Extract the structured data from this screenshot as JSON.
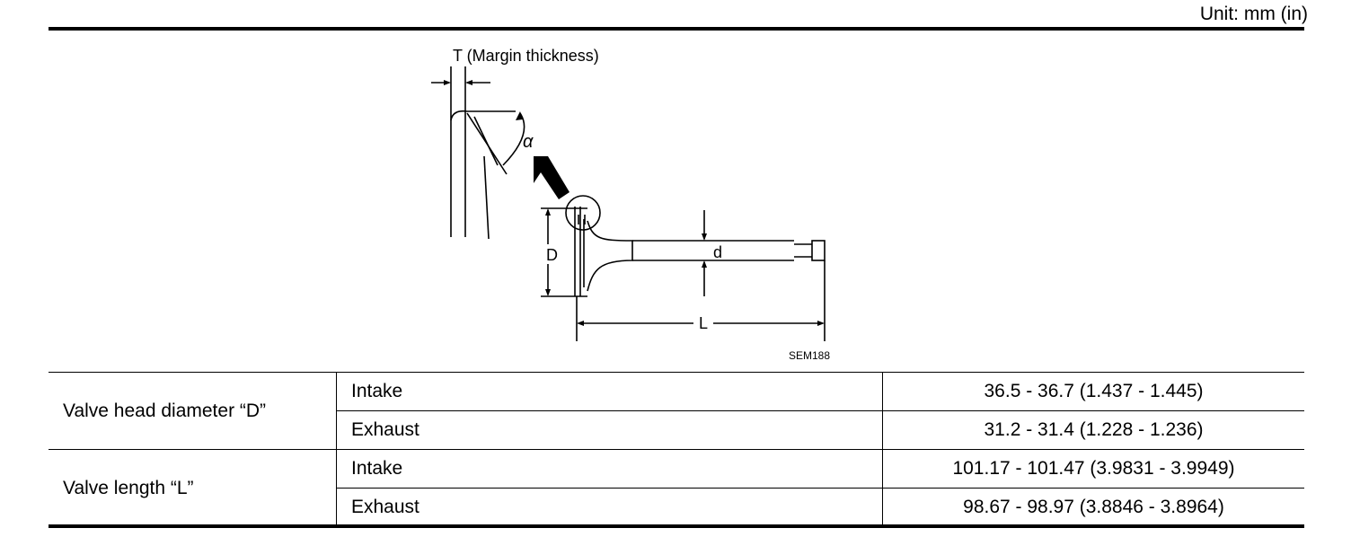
{
  "unit_label": "Unit: mm (in)",
  "figure": {
    "margin_label": "T (Margin thickness)",
    "alpha_label": "α",
    "D_label": "D",
    "d_label": "d",
    "L_label": "L",
    "figure_code": "SEM188"
  },
  "rows": [
    {
      "param": "Valve head diameter “D”",
      "items": [
        {
          "type": "Intake",
          "value": "36.5 - 36.7 (1.437 - 1.445)"
        },
        {
          "type": "Exhaust",
          "value": "31.2 - 31.4 (1.228 - 1.236)"
        }
      ]
    },
    {
      "param": "Valve length “L”",
      "items": [
        {
          "type": "Intake",
          "value": "101.17 - 101.47 (3.9831 - 3.9949)"
        },
        {
          "type": "Exhaust",
          "value": "98.67 - 98.97 (3.8846 - 3.8964)"
        }
      ]
    }
  ]
}
